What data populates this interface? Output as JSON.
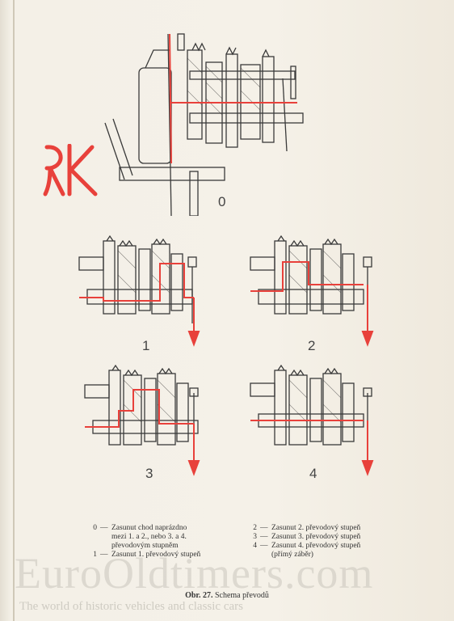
{
  "diagram_labels": [
    "0",
    "1",
    "2",
    "3",
    "4"
  ],
  "legend": [
    {
      "key": "0",
      "text": "Zasunut chod naprázdno\nmezi 1. a 2., nebo 3. a 4.\npřevodovým stupněm"
    },
    {
      "key": "1",
      "text": "Zasunut 1. převodový stupeň"
    },
    {
      "key": "2",
      "text": "Zasunut 2. převodový stupeň"
    },
    {
      "key": "3",
      "text": "Zasunut 3. převodový stupeň"
    },
    {
      "key": "4",
      "text": "Zasunut 4. převodový stupeň\n(přímý záběr)"
    }
  ],
  "caption": {
    "prefix": "Obr. 27.",
    "text": "Schema převodů"
  },
  "watermark": {
    "main": "EuroOldtimers.com",
    "tagline": "The world of historic vehicles and classic cars"
  },
  "logo_text": "RK",
  "colors": {
    "red": "#e8413b",
    "line": "#3a3a3a",
    "paper": "#f3efe6"
  }
}
